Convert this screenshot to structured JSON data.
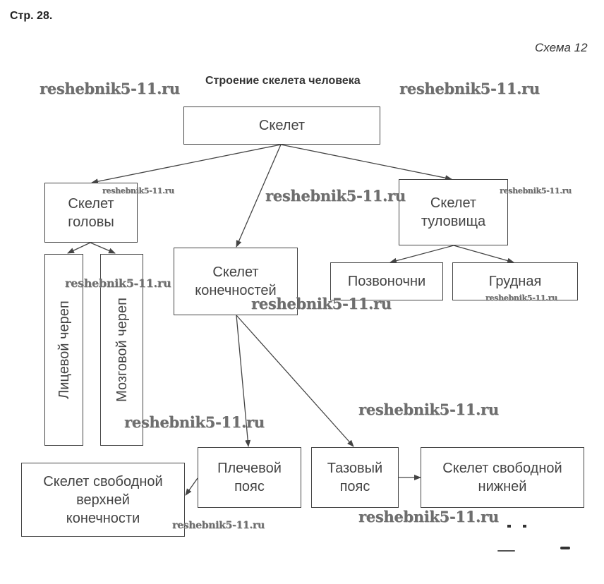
{
  "header": {
    "page_number": "Стр. 28.",
    "scheme_label": "Схема 12",
    "title": "Строение скелета человека"
  },
  "nodes": {
    "skeleton": "Скелет",
    "head": "Скелет\nголовы",
    "trunk": "Скелет\nтуловища",
    "limbs": "Скелет\nконечностей",
    "facial_skull": "Лицевой череп",
    "cerebral_skull": "Мозговой череп",
    "spine": "Позвоночни",
    "chest": "Грудная",
    "shoulder_girdle": "Плечевой\nпояс",
    "pelvic_girdle": "Тазовый\nпояс",
    "free_upper_limb": "Скелет свободной\nверхней\nконечности",
    "free_lower_limb": "Скелет свободной\nнижней"
  },
  "watermark": "reshebnik5-11.ru"
}
